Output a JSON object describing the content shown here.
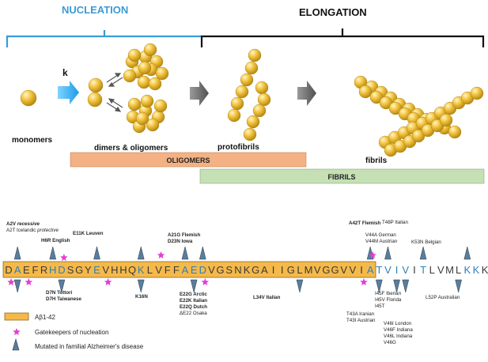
{
  "phases": {
    "nucleation": "NUCLEATION",
    "elongation": "ELONGATION"
  },
  "stage_labels": {
    "rate": "k",
    "monomers": "monomers",
    "dimers": "dimers & oligomers",
    "protofibrils": "protofibrils",
    "fibrils": "fibrils"
  },
  "bars": {
    "oligomers": "OLIGOMERS",
    "fibrils": "FIBRILS"
  },
  "colors": {
    "nucleation": "#3a9bd5",
    "elongation": "#000000",
    "sphere": "#f4c542",
    "oligomer_bar": "#f4b183",
    "fibril_bar": "#c5e0b4",
    "sequence_box": "#f5b94a",
    "gatekeeper": "#e040d0",
    "mutation_marker": "#5a7d9a",
    "residue_highlight": "#2f7fb8"
  },
  "sequence": {
    "residues": [
      "D",
      "A",
      "E",
      "F",
      "R",
      "H",
      "D",
      "S",
      "G",
      "Y",
      "E",
      "V",
      "H",
      "H",
      "Q",
      "K",
      "L",
      "V",
      "F",
      "F",
      "A",
      "E",
      "D",
      "V",
      "G",
      "S",
      "N",
      "K",
      "G",
      "A",
      "I",
      "I",
      "G",
      "L",
      "M",
      "V",
      "G",
      "G",
      "V",
      "V",
      "I",
      "A",
      "T",
      "V",
      "I",
      "V",
      "I",
      "T",
      "L",
      "V",
      "M",
      "L",
      "K",
      "K",
      "K"
    ],
    "ellipsis": "...",
    "highlighted": [
      1,
      5,
      6,
      10,
      15,
      20,
      21,
      22,
      41,
      42,
      43,
      44,
      45,
      47,
      52,
      53
    ],
    "boxed_count": 42
  },
  "mutations_above": [
    {
      "lines": [
        [
          "A2V ",
          "recessive"
        ],
        [
          "A2T Icelandic ",
          "protective"
        ]
      ],
      "weights": [
        "bold",
        "normal"
      ]
    },
    {
      "lines": [
        [
          "H6R English",
          ""
        ]
      ],
      "weights": [
        "bold"
      ]
    },
    {
      "lines": [
        [
          "E11K Leuven",
          ""
        ]
      ],
      "weights": [
        "bold"
      ]
    },
    {
      "lines": [
        [
          "A21G Flemish",
          ""
        ],
        [
          "D23N Iowa",
          ""
        ]
      ],
      "weights": [
        "bold",
        "bold"
      ]
    },
    {
      "lines": [
        [
          "A42T Flemish",
          ""
        ]
      ],
      "weights": [
        "bold"
      ]
    },
    {
      "lines": [
        [
          "T48P Italian",
          ""
        ]
      ],
      "weights": [
        "normal"
      ]
    },
    {
      "lines": [
        [
          "V44A German",
          ""
        ],
        [
          "V44M Austrian",
          ""
        ]
      ],
      "weights": [
        "normal",
        "normal"
      ]
    },
    {
      "lines": [
        [
          "K53N Belgian",
          ""
        ]
      ],
      "weights": [
        "normal"
      ]
    }
  ],
  "mutations_below": [
    {
      "lines": [
        "D7N Tottori",
        "D7H Taiwanese"
      ],
      "weights": [
        "bold",
        "bold"
      ]
    },
    {
      "lines": [
        "K16N"
      ],
      "weights": [
        "bold"
      ]
    },
    {
      "lines": [
        "E22G Arctic",
        "E22K Italian",
        "E22Q Dutch",
        "ΔE22 Osaka"
      ],
      "weights": [
        "bold",
        "bold",
        "bold",
        "normal"
      ]
    },
    {
      "lines": [
        "L34V Italian"
      ],
      "weights": [
        "bold"
      ]
    },
    {
      "lines": [
        "I45F Iberian",
        "I45V Florida",
        "I45T"
      ],
      "weights": [
        "normal",
        "normal",
        "normal"
      ]
    },
    {
      "lines": [
        "T43A Iranian",
        "T43I Austrian"
      ],
      "weights": [
        "normal",
        "normal"
      ]
    },
    {
      "lines": [
        "V46I London",
        "V46F Indiana",
        "V46L Indiana",
        "V46G"
      ],
      "weights": [
        "normal",
        "normal",
        "normal",
        "normal"
      ]
    },
    {
      "lines": [
        "L52P Australian"
      ],
      "weights": [
        "normal"
      ]
    }
  ],
  "legend": [
    {
      "icon": "orange-box-icon",
      "label": "Aβ1-42"
    },
    {
      "icon": "star-icon",
      "label": "Gatekeepers of nucleation"
    },
    {
      "icon": "triangle-marker-icon",
      "label": "Mutated in familial Alzheimer's disease"
    }
  ]
}
